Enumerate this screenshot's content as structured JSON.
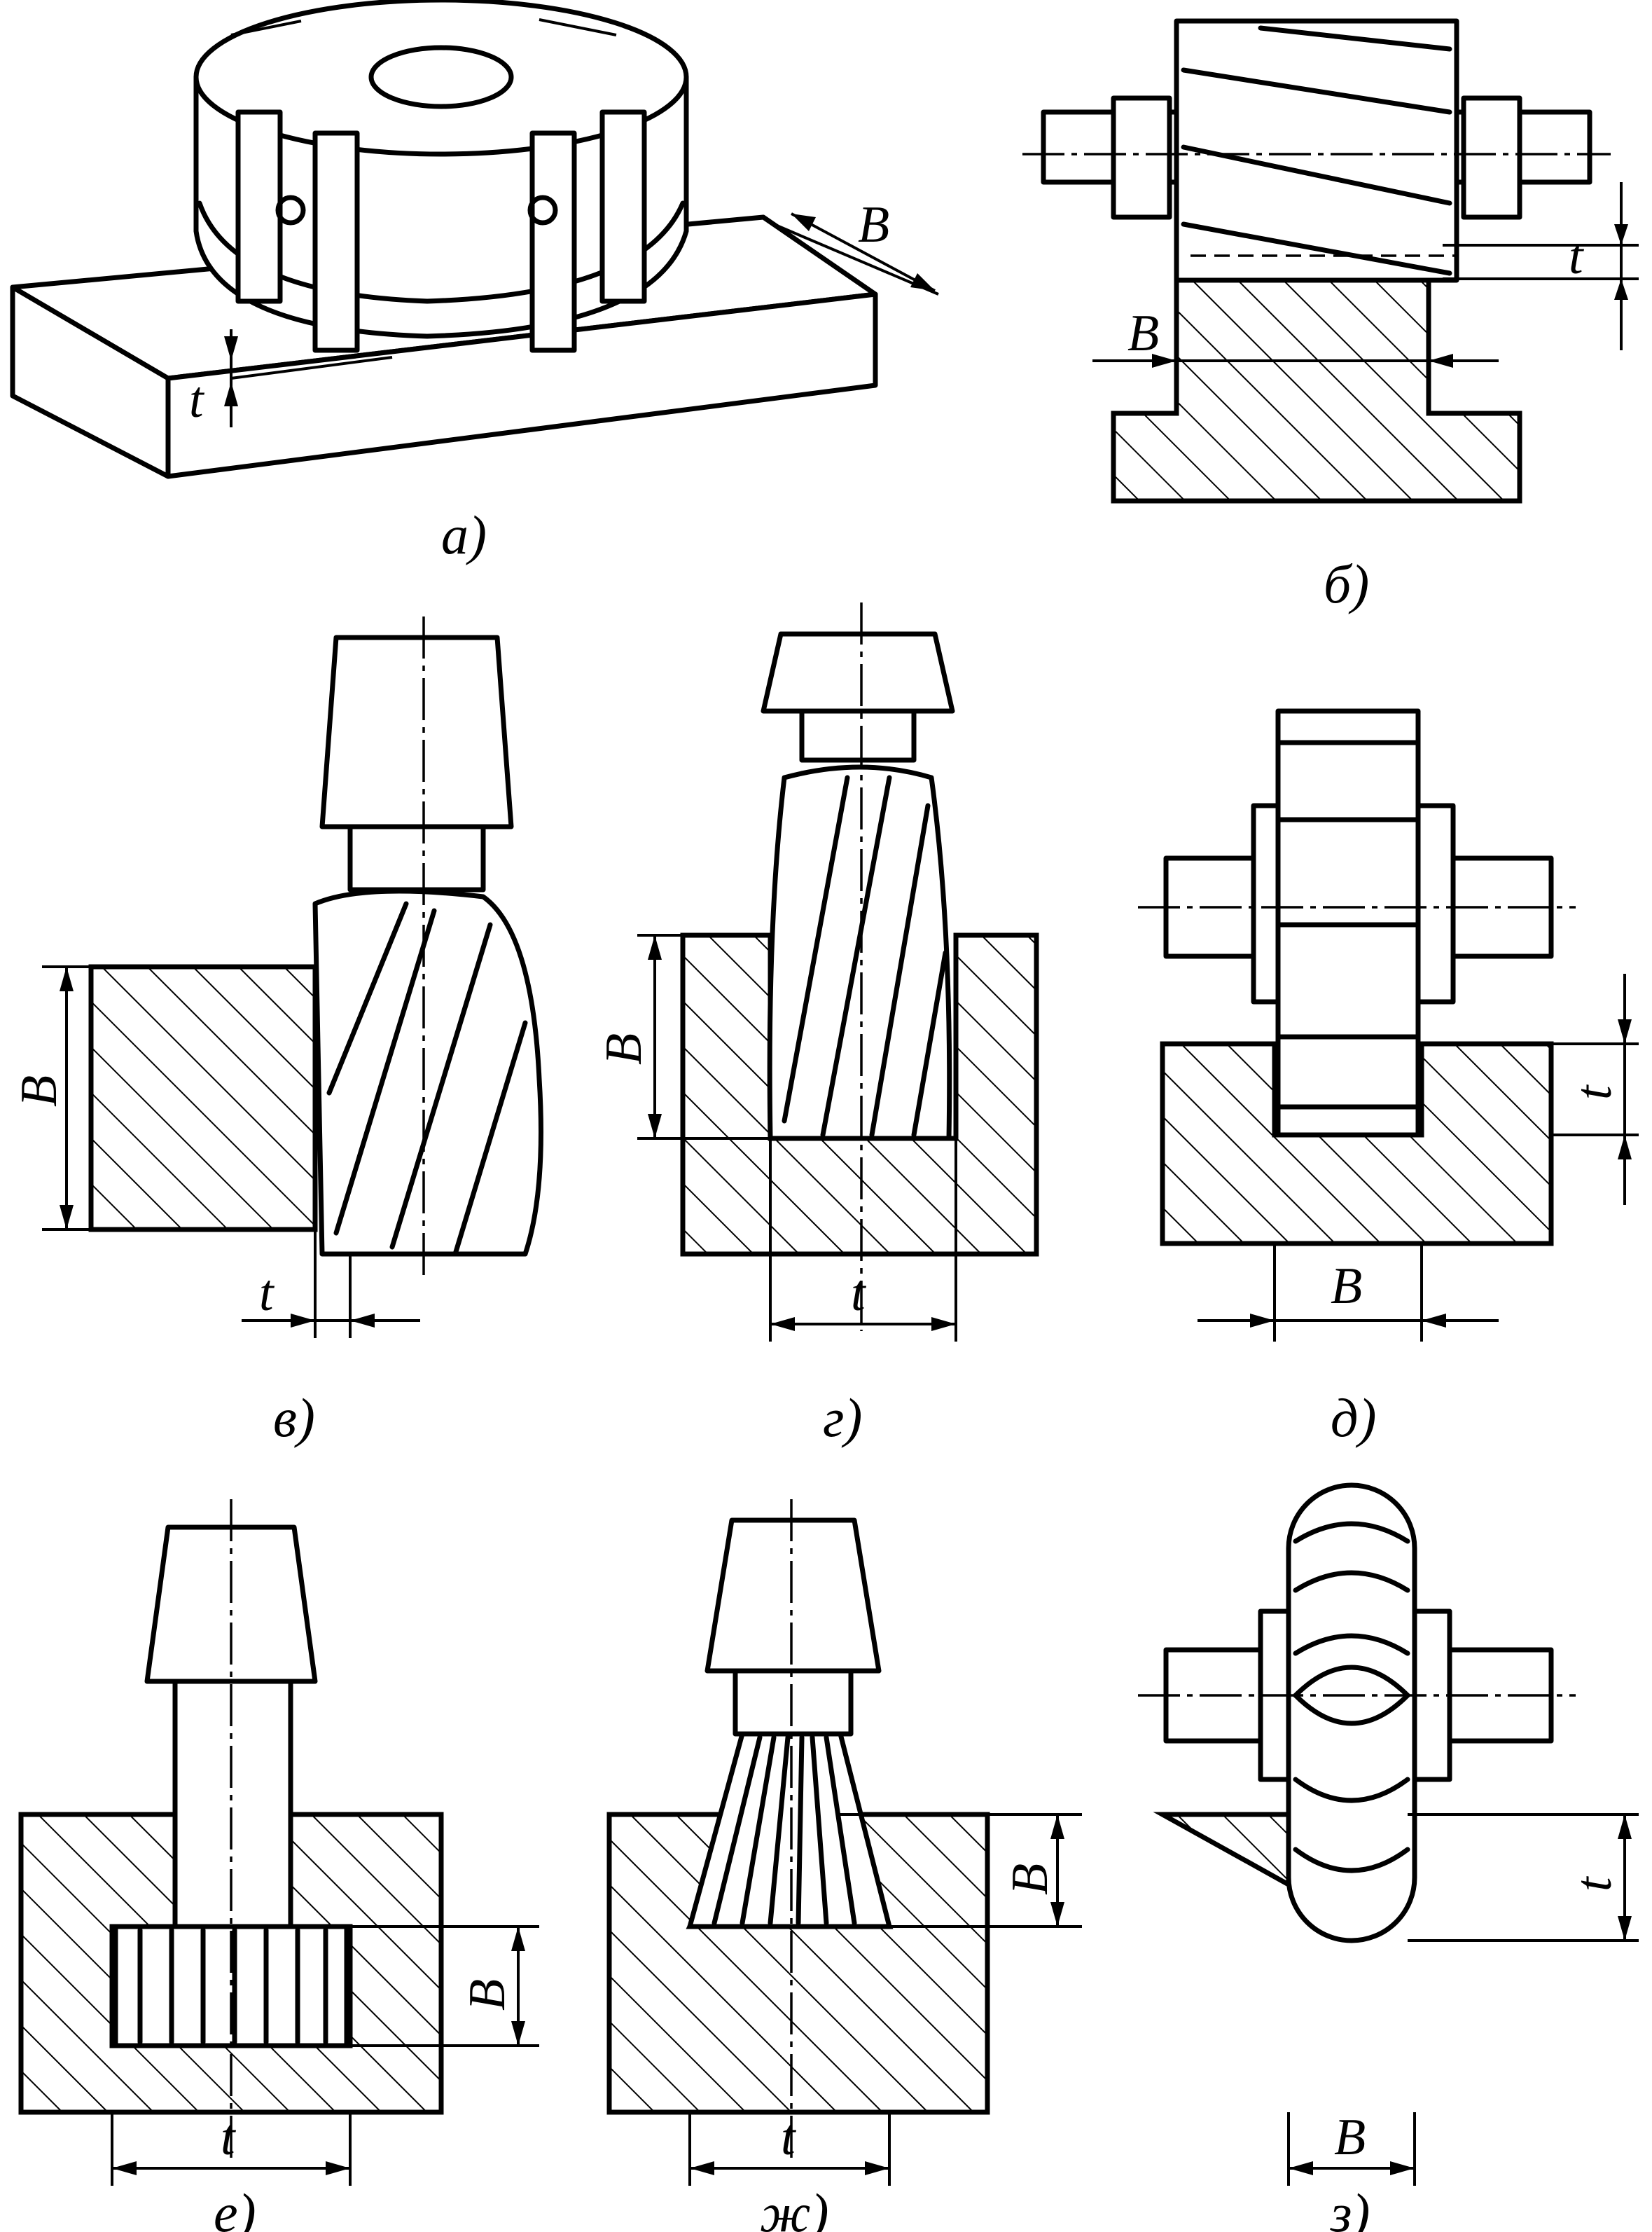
{
  "figure": {
    "panels": [
      {
        "id": "a",
        "caption": "а)",
        "labels": [
          "B",
          "t"
        ]
      },
      {
        "id": "b",
        "caption": "б)",
        "labels": [
          "t",
          "B"
        ]
      },
      {
        "id": "v",
        "caption": "в)",
        "labels": [
          "B",
          "t"
        ]
      },
      {
        "id": "g",
        "caption": "г)",
        "labels": [
          "B",
          "t"
        ]
      },
      {
        "id": "d",
        "caption": "д)",
        "labels": [
          "t",
          "B"
        ]
      },
      {
        "id": "e",
        "caption": "е)",
        "labels": [
          "B",
          "t"
        ]
      },
      {
        "id": "zh",
        "caption": "ж)",
        "labels": [
          "B",
          "t"
        ]
      },
      {
        "id": "z",
        "caption": "з)",
        "labels": [
          "t",
          "B"
        ]
      }
    ]
  }
}
